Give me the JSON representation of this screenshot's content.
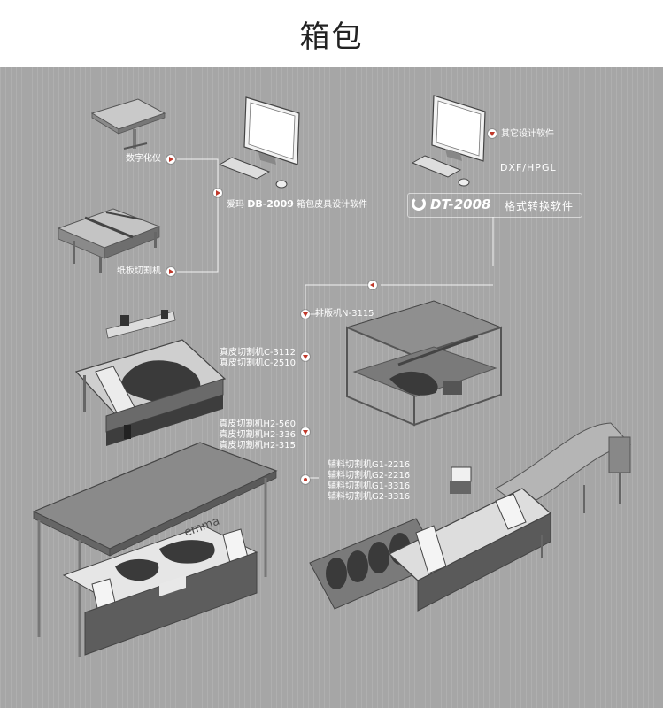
{
  "header": {
    "title": "箱包"
  },
  "inputs": {
    "digitizer": "数字化仪",
    "paper_cutter": "纸板切割机"
  },
  "software": {
    "design_brand": "爱玛",
    "design_model": "DB-2009",
    "design_name": "箱包皮具设计软件",
    "other_software": "其它设计软件",
    "formats": "DXF/HPGL",
    "converter_model": "DT-2008",
    "converter_name": "格式转换软件"
  },
  "machines": {
    "nesting": "排版机N-3115",
    "leather_c": [
      "真皮切割机C-3112",
      "真皮切割机C-2510"
    ],
    "leather_h2": [
      "真皮切割机H2-560",
      "真皮切割机H2-336",
      "真皮切割机H2-315"
    ],
    "auxiliary": [
      "辅料切割机G1-2216",
      "辅料切割机G2-2216",
      "辅料切割机G1-3316",
      "辅料切割机G2-3316"
    ],
    "brand_mark": "emma"
  },
  "colors": {
    "background": "#a6a6a6",
    "accent": "#c0392b",
    "label": "#ffffff"
  }
}
